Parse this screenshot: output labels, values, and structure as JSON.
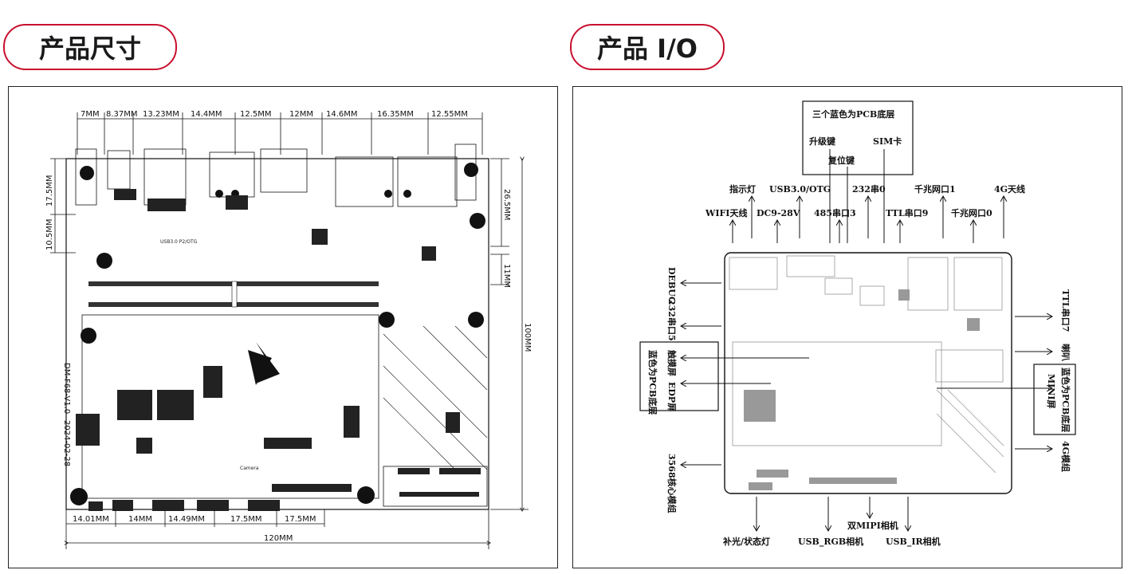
{
  "headers": {
    "left_title": "产品尺寸",
    "right_title": "产品 I/O"
  },
  "dimensions": {
    "top": [
      "7MM",
      "8.37MM",
      "13.23MM",
      "14.4MM",
      "12.5MM",
      "12MM",
      "14.6MM",
      "16.35MM",
      "12.55MM"
    ],
    "bottom": [
      "14.01MM",
      "14MM",
      "14.49MM",
      "17.5MM",
      "17.5MM"
    ],
    "total_width": "120MM",
    "left_side": [
      "17.5MM",
      "10.5MM"
    ],
    "right_side": [
      "26.5MM",
      "11MM",
      "100MM"
    ],
    "board_version": "DM-F68-V1.0",
    "board_date": "2024-02-28"
  },
  "io_labels": {
    "top_box_title": "三个蓝色为PCB底层",
    "upgrade_key": "升级键",
    "reset_key": "复位键",
    "sim_card": "SIM卡",
    "indicator": "指示灯",
    "usb3_otg": "USB3.0/OTG",
    "serial_232_0": "232串0",
    "gigabit_lan1": "千兆网口1",
    "antenna_4g": "4G天线",
    "wifi_antenna": "WIFI天线",
    "dc_power": "DC9-28V",
    "serial_485_3": "485串口3",
    "ttl_serial_9": "TTL串口9",
    "gigabit_lan0": "千兆网口0",
    "debug": "DEBUG",
    "serial_232_5": "232串口5",
    "touch_screen": "触摸屏",
    "edp_screen": "EDP屏",
    "left_box_note": "蓝色为PCB底层",
    "ttl_serial_7": "TTL串口7",
    "speaker": "喇叭",
    "right_box_note": "蓝色为PCB底层",
    "mini_screen": "MINI屏",
    "module_4g": "4G模组",
    "core_module": "3568核心模组",
    "fill_light": "补光/状态灯",
    "usb_rgb_camera": "USB_RGB相机",
    "dual_mipi_camera": "双MIPI相机",
    "usb_ir_camera": "USB_IR相机"
  }
}
